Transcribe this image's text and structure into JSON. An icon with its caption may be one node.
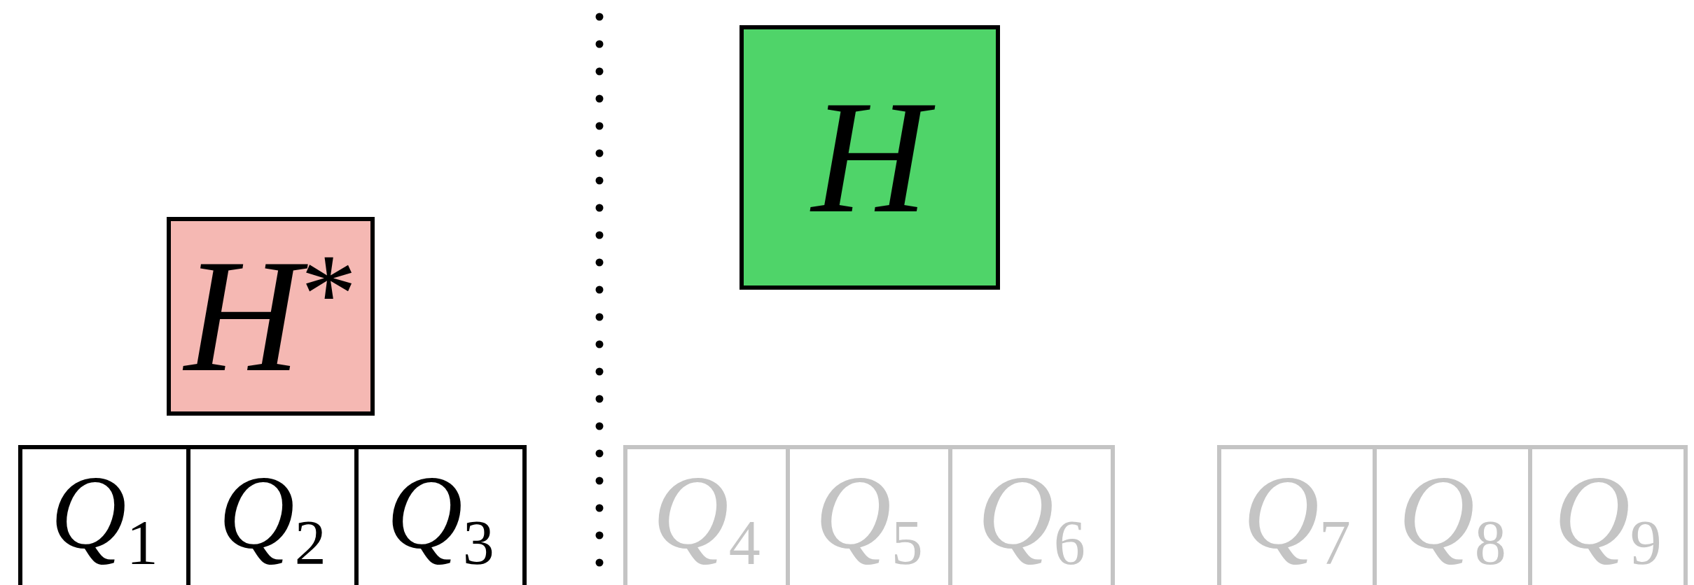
{
  "diagram": {
    "nodes": [
      {
        "text": [
          "H$^{*}$"
        ]
      },
      {
        "text": [
          "H"
        ]
      },
      {
        "text": [
          "Q$_{1}$"
        ]
      },
      {
        "text": [
          "Q$_{2}$"
        ]
      },
      {
        "text": [
          "Q$_{3}$"
        ]
      },
      {
        "text": [
          "Q$_{4}$"
        ]
      },
      {
        "text": [
          "Q$_{5}$"
        ]
      },
      {
        "text": [
          "Q$_{6}$"
        ]
      },
      {
        "text": [
          "Q$_{7}$"
        ]
      },
      {
        "text": [
          "Q$_{8}$"
        ]
      },
      {
        "text": [
          "Q$_{9}$"
        ]
      }
    ]
  }
}
